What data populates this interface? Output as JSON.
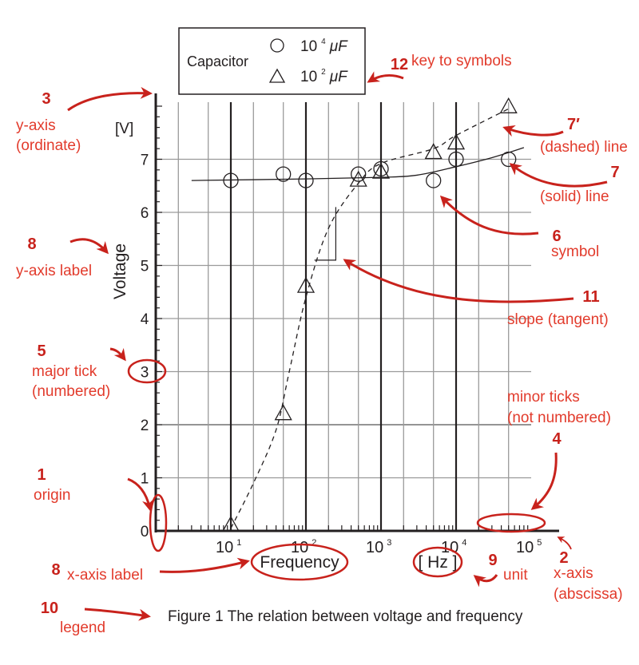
{
  "chart_data": {
    "type": "scatter",
    "title": "Figure 1  The relation between voltage and frequency",
    "xlabel": "Frequency",
    "xunit": "[ Hz ]",
    "ylabel": "Voltage",
    "yunit": "[V]",
    "xscale": "log",
    "xlim": [
      1,
      100000
    ],
    "ylim": [
      0,
      8.2
    ],
    "grid": true,
    "x_ticks": [
      {
        "base": "10",
        "exp": "1",
        "value": 10
      },
      {
        "base": "10",
        "exp": "2",
        "value": 100
      },
      {
        "base": "10",
        "exp": "3",
        "value": 1000
      },
      {
        "base": "10",
        "exp": "4",
        "value": 10000
      },
      {
        "base": "10",
        "exp": "5",
        "value": 100000
      }
    ],
    "y_ticks": [
      "0",
      "1",
      "2",
      "3",
      "4",
      "5",
      "6",
      "7"
    ],
    "legend": {
      "title": "Capacitor",
      "placement": "top",
      "entries": [
        {
          "symbol": "circle",
          "base": "10",
          "exp": "4",
          "unit": "μF"
        },
        {
          "symbol": "triangle",
          "base": "10",
          "exp": "2",
          "unit": "μF"
        }
      ]
    },
    "series": [
      {
        "name": "10^4 μF",
        "marker": "circle",
        "line": "solid",
        "x": [
          10,
          50,
          100,
          500,
          1000,
          5000,
          10000,
          50000
        ],
        "y": [
          6.6,
          6.72,
          6.6,
          6.72,
          6.82,
          6.6,
          7.0,
          7.0
        ],
        "curve_x": [
          3,
          100,
          1000,
          3000,
          10000,
          30000,
          80000
        ],
        "curve_y": [
          6.6,
          6.63,
          6.66,
          6.7,
          6.86,
          7.03,
          7.22
        ]
      },
      {
        "name": "10^2 μF",
        "marker": "triangle",
        "line": "dashed",
        "x": [
          10,
          50,
          100,
          500,
          1000,
          5000,
          10000,
          50000
        ],
        "y": [
          0.1,
          2.2,
          4.6,
          6.6,
          6.75,
          7.12,
          7.3,
          7.98
        ],
        "curve_x": [
          10,
          20,
          40,
          60,
          100,
          200,
          500,
          1000,
          5000,
          10000,
          50000
        ],
        "curve_y": [
          0.05,
          0.9,
          1.9,
          3.0,
          4.4,
          5.7,
          6.55,
          6.92,
          7.2,
          7.45,
          7.95
        ]
      }
    ],
    "tangent": {
      "x_from": 130,
      "x_to": 250,
      "y_from": 5.1,
      "y_to": 6.1
    }
  },
  "annotations": {
    "a3": {
      "num": "3",
      "l1": "y-axis",
      "l2": "(ordinate)"
    },
    "a8y": {
      "num": "8",
      "l1": "y-axis label"
    },
    "a5": {
      "num": "5",
      "l1": "major tick",
      "l2": "(numbered)"
    },
    "a1": {
      "num": "1",
      "l1": "origin"
    },
    "a8x": {
      "num": "8",
      "l1": "x-axis label"
    },
    "a10": {
      "num": "10",
      "l1": "legend"
    },
    "a9": {
      "num": "9",
      "l1": "unit"
    },
    "a2": {
      "num": "2",
      "l1": "x-axis",
      "l2": "(abscissa)"
    },
    "a4": {
      "num": "4",
      "l1": "minor ticks",
      "l2": "(not numbered)"
    },
    "a11": {
      "num": "11",
      "l1": "slope (tangent)"
    },
    "a6": {
      "num": "6",
      "l1": "symbol"
    },
    "a7": {
      "num": "7",
      "l1": "(solid) line"
    },
    "a7p": {
      "num": "7′",
      "l1": "(dashed) line"
    },
    "a12": {
      "num": "12",
      "l1": "key to symbols"
    }
  },
  "colors": {
    "annotation": "#c8221c",
    "grid": "#9a9a9a",
    "ink": "#231f20"
  }
}
